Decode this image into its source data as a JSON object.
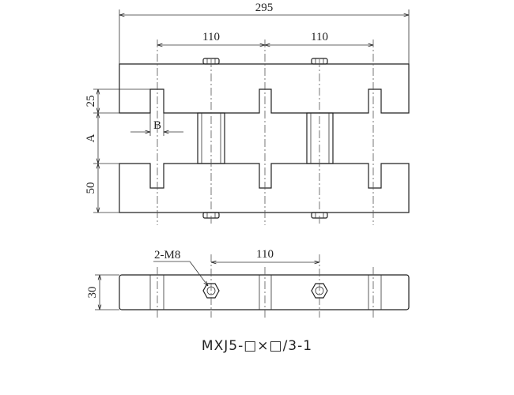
{
  "dimensions": {
    "overall_length": "295",
    "pitch_left": "110",
    "pitch_right": "110",
    "slot_depth": "25",
    "gap": "A",
    "slot_width": "B",
    "base_height": "50",
    "side_thickness": "30",
    "side_pitch": "110"
  },
  "labels": {
    "bolt_callout": "2-M8"
  },
  "caption": "MXJ5-□×□/3-1"
}
